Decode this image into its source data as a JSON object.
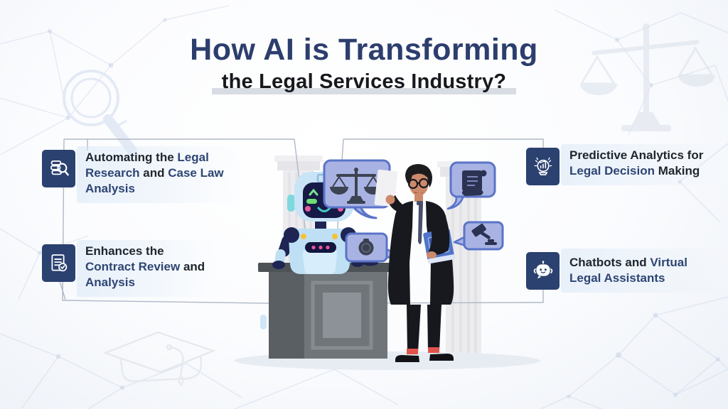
{
  "title": {
    "line1": "How AI is Transforming",
    "line2": "the Legal Services Industry?"
  },
  "callouts": [
    {
      "name": "automating-legal-research",
      "icon": "legal-research-icon",
      "segments": [
        {
          "text": "Automating the ",
          "accent": false
        },
        {
          "text": "Legal Research",
          "accent": true
        },
        {
          "text": " and ",
          "accent": false
        },
        {
          "text": "Case Law Analysis",
          "accent": true
        }
      ]
    },
    {
      "name": "contract-review",
      "icon": "contract-review-icon",
      "segments": [
        {
          "text": "Enhances the ",
          "accent": false
        },
        {
          "text": "Contract Review ",
          "accent": true
        },
        {
          "text": "and ",
          "accent": false
        },
        {
          "text": "Analysis",
          "accent": true
        }
      ]
    },
    {
      "name": "predictive-analytics",
      "icon": "predictive-analytics-icon",
      "segments": [
        {
          "text": "Predictive Analytics for ",
          "accent": false
        },
        {
          "text": "Legal Decision ",
          "accent": true
        },
        {
          "text": "Making",
          "accent": false
        }
      ]
    },
    {
      "name": "chatbots-virtual-assistants",
      "icon": "chatbot-icon",
      "segments": [
        {
          "text": "Chatbots and ",
          "accent": false
        },
        {
          "text": "Virtual Legal Assistants",
          "accent": true
        }
      ]
    }
  ],
  "illustration": {
    "elements": [
      "robot",
      "lawyer",
      "podium",
      "columns",
      "floor-shadow"
    ],
    "speech_bubble_icons": [
      "justice-scales-icon",
      "police-badge-icon",
      "scroll-icon",
      "gavel-icon"
    ]
  },
  "background_decorations": [
    "network-mesh",
    "magnifier-outline",
    "scales-of-justice-watermark",
    "graduation-cap-outline"
  ],
  "colors": {
    "title_navy": "#2c3e6d",
    "subtitle_black": "#17191d",
    "accent_text": "#2e4573",
    "dark_text": "#20262e",
    "icon_tile_bg": "#2b4170",
    "bubble_fill": "#a9b3e3",
    "bubble_stroke": "#5a74c8",
    "robot_blue": "#c8e4f6",
    "robot_navy": "#1e2553",
    "underline_bar": "#d8dce3"
  }
}
